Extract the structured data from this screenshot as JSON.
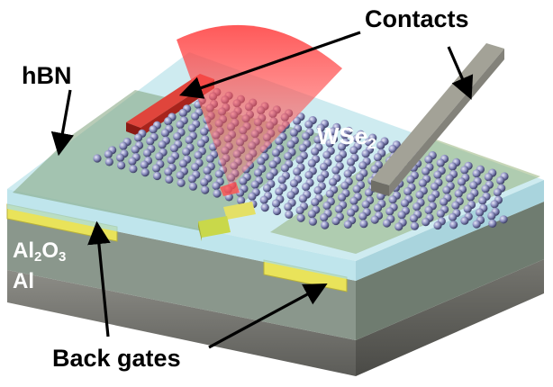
{
  "labels": {
    "contacts": "Contacts",
    "hbn": "hBN",
    "wse2": {
      "base": "WSe",
      "sub": "2"
    },
    "al2o3": {
      "p1": "Al",
      "s1": "2",
      "p2": "O",
      "s2": "3"
    },
    "al": "Al",
    "back_gates": "Back gates"
  },
  "colors": {
    "hbn_layer": "#a9dce6",
    "oxide_layer": "#7aa38a",
    "aluminium_layer": "#8b8b85",
    "back_gate": "#e8e35a",
    "contact_left": "#c62a22",
    "contact_right": "#9c9a90",
    "atom": "#8c8fc0",
    "laser_cone": "#ff4a4a",
    "arrow": "#000000"
  },
  "icons": [
    "laser-cone-icon",
    "atom-lattice-icon",
    "arrow-icon"
  ]
}
